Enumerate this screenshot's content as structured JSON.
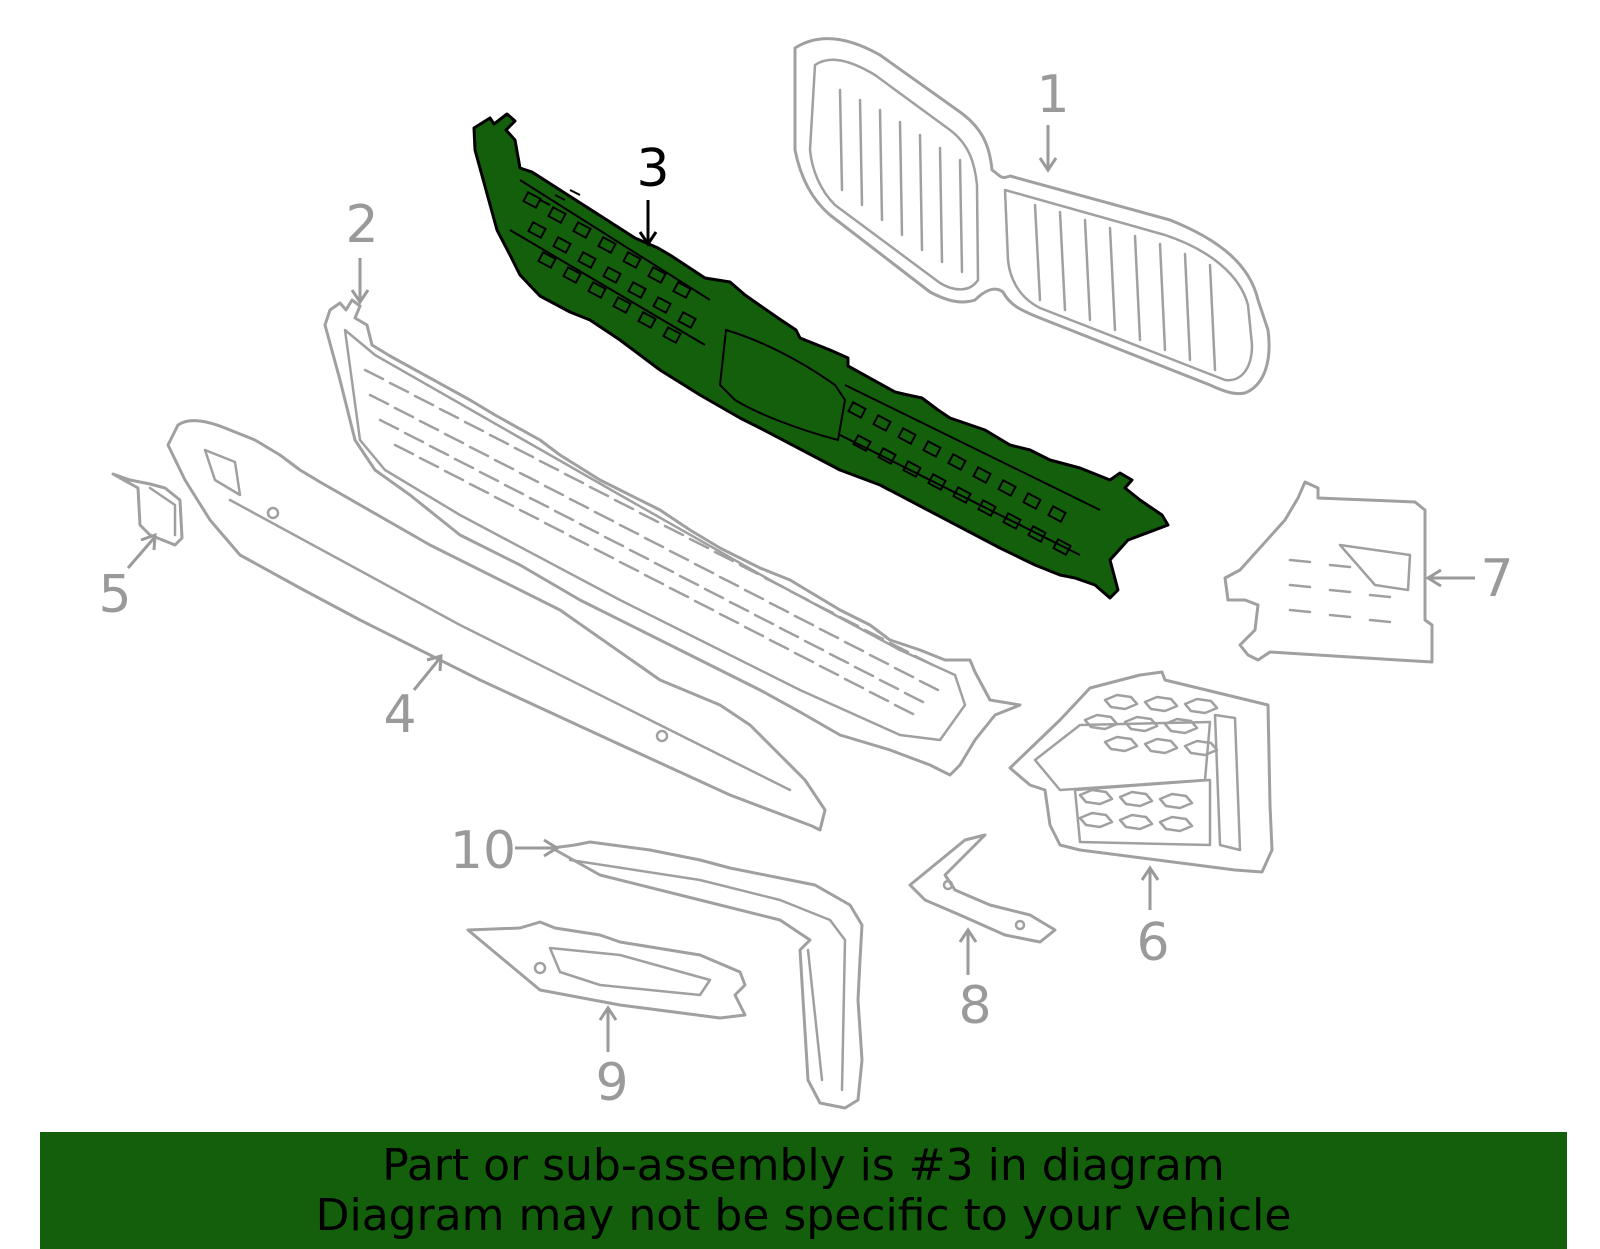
{
  "callouts": [
    {
      "label": "1"
    },
    {
      "label": "2"
    },
    {
      "label": "3"
    },
    {
      "label": "4"
    },
    {
      "label": "5"
    },
    {
      "label": "6"
    },
    {
      "label": "7"
    },
    {
      "label": "8"
    },
    {
      "label": "9"
    },
    {
      "label": "10"
    }
  ],
  "highlighted_part": "3",
  "banner": {
    "line1": "Part or sub-assembly is #3 in diagram",
    "line2": "Diagram may not be specific to your vehicle"
  },
  "colors": {
    "highlight": "#135f0b",
    "part_outline": "#a0a0a0",
    "highlight_outline": "#000000",
    "background": "#ffffff"
  }
}
